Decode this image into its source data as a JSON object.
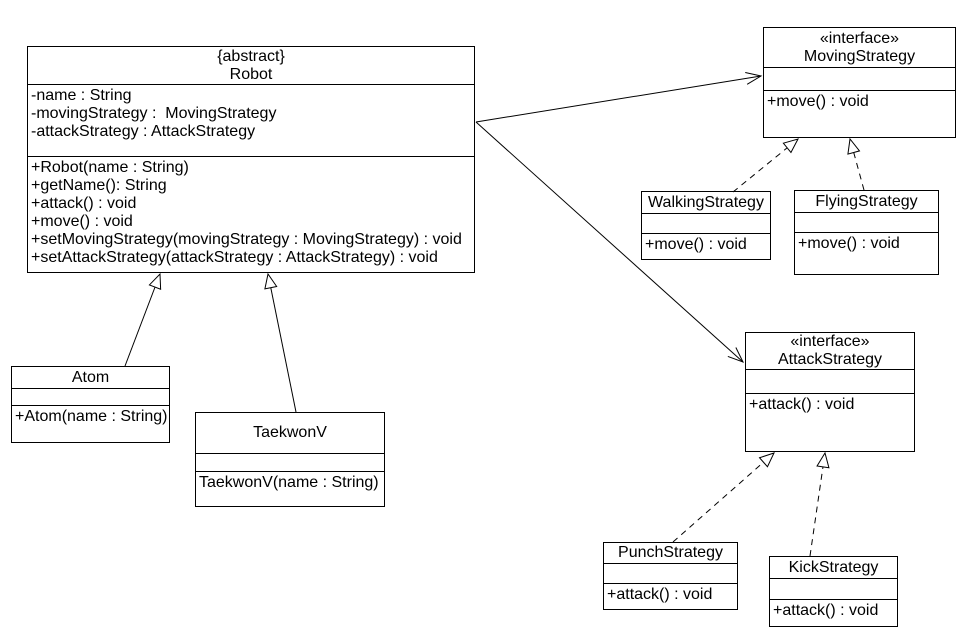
{
  "classes": {
    "robot": {
      "stereotype": "{abstract}",
      "name": "Robot",
      "attributes": [
        "-name : String",
        "-movingStrategy :  MovingStrategy",
        "-attackStrategy : AttackStrategy"
      ],
      "methods": [
        "+Robot(name : String)",
        "+getName(): String",
        "+attack() : void",
        "+move() : void",
        "+setMovingStrategy(movingStrategy : MovingStrategy) : void",
        "+setAttackStrategy(attackStrategy : AttackStrategy) : void"
      ]
    },
    "moving_strategy": {
      "stereotype": "«interface»",
      "name": "MovingStrategy",
      "attributes": [],
      "methods": [
        "+move() : void"
      ]
    },
    "walking_strategy": {
      "name": "WalkingStrategy",
      "attributes": [],
      "methods": [
        "+move() : void"
      ]
    },
    "flying_strategy": {
      "name": "FlyingStrategy",
      "attributes": [],
      "methods": [
        "+move() : void"
      ]
    },
    "attack_strategy": {
      "stereotype": "«interface»",
      "name": "AttackStrategy",
      "attributes": [],
      "methods": [
        "+attack() : void"
      ]
    },
    "punch_strategy": {
      "name": "PunchStrategy",
      "attributes": [],
      "methods": [
        "+attack() : void"
      ]
    },
    "kick_strategy": {
      "name": "KickStrategy",
      "attributes": [],
      "methods": [
        "+attack() : void"
      ]
    },
    "atom": {
      "name": "Atom",
      "attributes": [],
      "methods": [
        "+Atom(name : String)"
      ]
    },
    "taekwon_v": {
      "name": "TaekwonV",
      "attributes": [],
      "methods": [
        "TaekwonV(name : String)"
      ]
    }
  },
  "relationships": [
    {
      "from": "Robot",
      "to": "MovingStrategy",
      "type": "directed-association",
      "line": "solid",
      "head": "open-arrow"
    },
    {
      "from": "Robot",
      "to": "AttackStrategy",
      "type": "directed-association",
      "line": "solid",
      "head": "open-arrow"
    },
    {
      "from": "Atom",
      "to": "Robot",
      "type": "generalization",
      "line": "solid",
      "head": "hollow-triangle"
    },
    {
      "from": "TaekwonV",
      "to": "Robot",
      "type": "generalization",
      "line": "solid",
      "head": "hollow-triangle"
    },
    {
      "from": "WalkingStrategy",
      "to": "MovingStrategy",
      "type": "realization",
      "line": "dashed",
      "head": "hollow-triangle"
    },
    {
      "from": "FlyingStrategy",
      "to": "MovingStrategy",
      "type": "realization",
      "line": "dashed",
      "head": "hollow-triangle"
    },
    {
      "from": "PunchStrategy",
      "to": "AttackStrategy",
      "type": "realization",
      "line": "dashed",
      "head": "hollow-triangle"
    },
    {
      "from": "KickStrategy",
      "to": "AttackStrategy",
      "type": "realization",
      "line": "dashed",
      "head": "hollow-triangle"
    }
  ],
  "colors": {
    "background": "#ffffff",
    "box_fill": "#ffffff",
    "line": "#000000",
    "text": "#000000"
  }
}
